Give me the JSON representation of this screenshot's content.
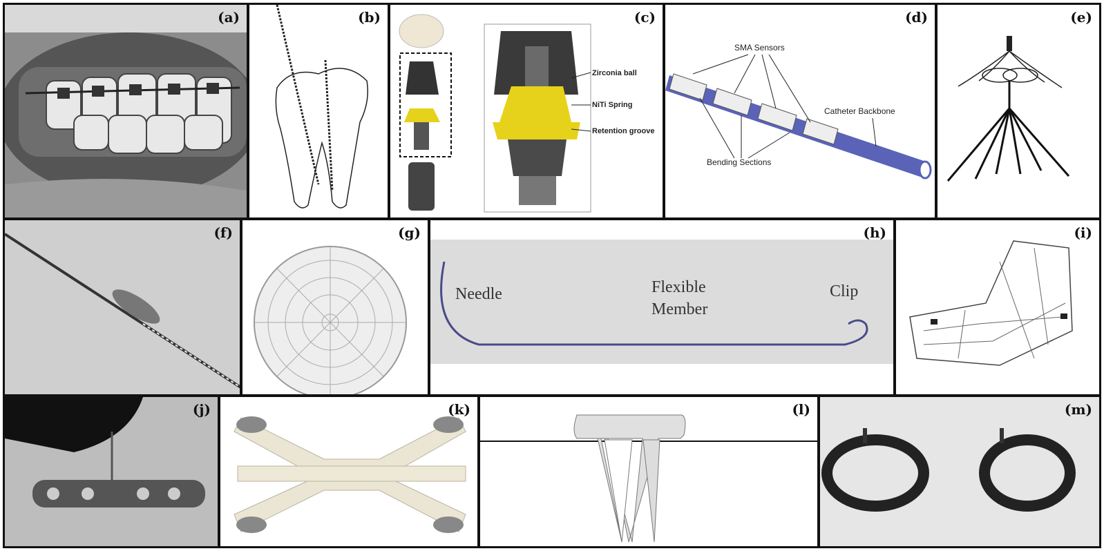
{
  "panels": {
    "a": {
      "label": "(a)"
    },
    "b": {
      "label": "(b)"
    },
    "c": {
      "label": "(c)",
      "annotations": [
        "Zirconia ball",
        "NiTi Spring",
        "Retention groove"
      ]
    },
    "d": {
      "label": "(d)",
      "annotations": [
        "SMA Sensors",
        "Catheter Backbone",
        "Bending Sections"
      ]
    },
    "e": {
      "label": "(e)"
    },
    "f": {
      "label": "(f)"
    },
    "g": {
      "label": "(g)"
    },
    "h": {
      "label": "(h)",
      "annotations": [
        "Needle",
        "Flexible",
        "Member",
        "Clip"
      ]
    },
    "i": {
      "label": "(i)"
    },
    "j": {
      "label": "(j)"
    },
    "k": {
      "label": "(k)"
    },
    "l": {
      "label": "(l)"
    },
    "m": {
      "label": "(m)"
    }
  },
  "colors": {
    "border": "#111111",
    "blue_catheter": "#5a63b8",
    "yellow_implant": "#e6d21a",
    "photo_gray": "#8a8a8a"
  }
}
